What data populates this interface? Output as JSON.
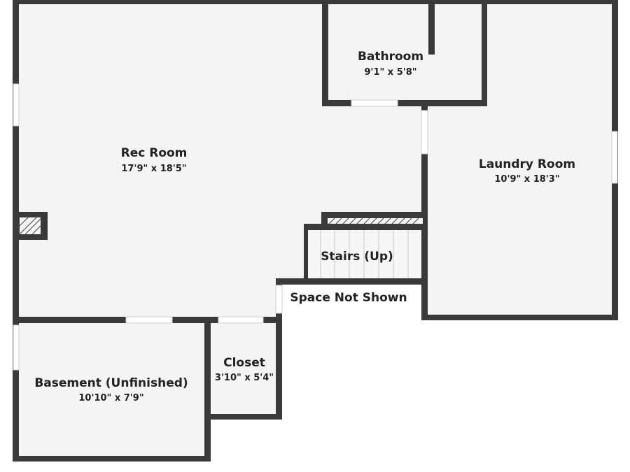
{
  "rooms": {
    "rec_room": {
      "name": "Rec Room",
      "dims": "17'9\" x 18'5\""
    },
    "bathroom": {
      "name": "Bathroom",
      "dims": "9'1\" x 5'8\""
    },
    "laundry_room": {
      "name": "Laundry Room",
      "dims": "10'9\" x 18'3\""
    },
    "stairs": {
      "name": "Stairs (Up)"
    },
    "space_not_shown": {
      "name": "Space Not Shown"
    },
    "closet": {
      "name": "Closet",
      "dims": "3'10\" x 5'4\""
    },
    "basement": {
      "name": "Basement (Unfinished)",
      "dims": "10'10\" x 7'9\""
    }
  },
  "colors": {
    "wall": "#3a3a3a",
    "floor": "#f4f4f4"
  }
}
